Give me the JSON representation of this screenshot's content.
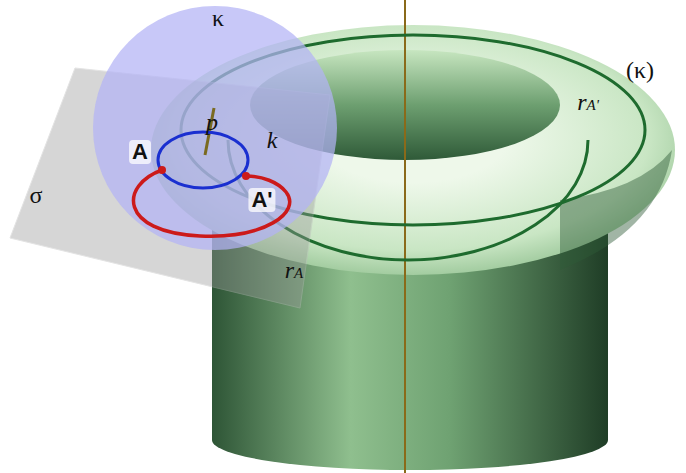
{
  "diagram": {
    "labels": [
      "κ",
      "A",
      "p",
      "k",
      "A'",
      "σ",
      "(κ)",
      "rA'",
      "rA"
    ]
  }
}
